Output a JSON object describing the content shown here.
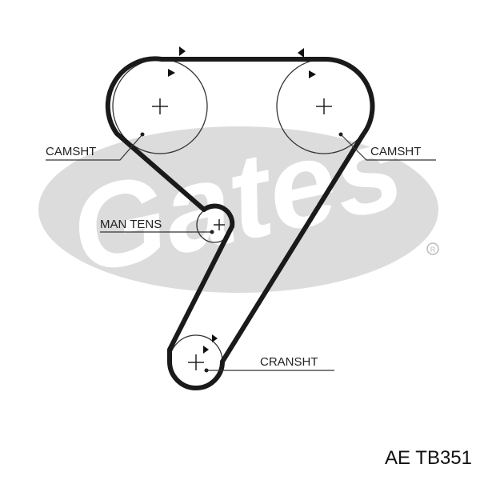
{
  "watermark": {
    "brand": "Gates",
    "trademark": "®"
  },
  "labels": {
    "camshaft_left": "CAMSHT",
    "camshaft_right": "CAMSHT",
    "tensioner": "MAN TENS",
    "crankshaft": "CRANSHT"
  },
  "part_number": "AE TB351",
  "colors": {
    "belt": "#1a1a1a",
    "pulley": "#333333",
    "watermark": "#dcdcdc",
    "text": "#222222"
  }
}
